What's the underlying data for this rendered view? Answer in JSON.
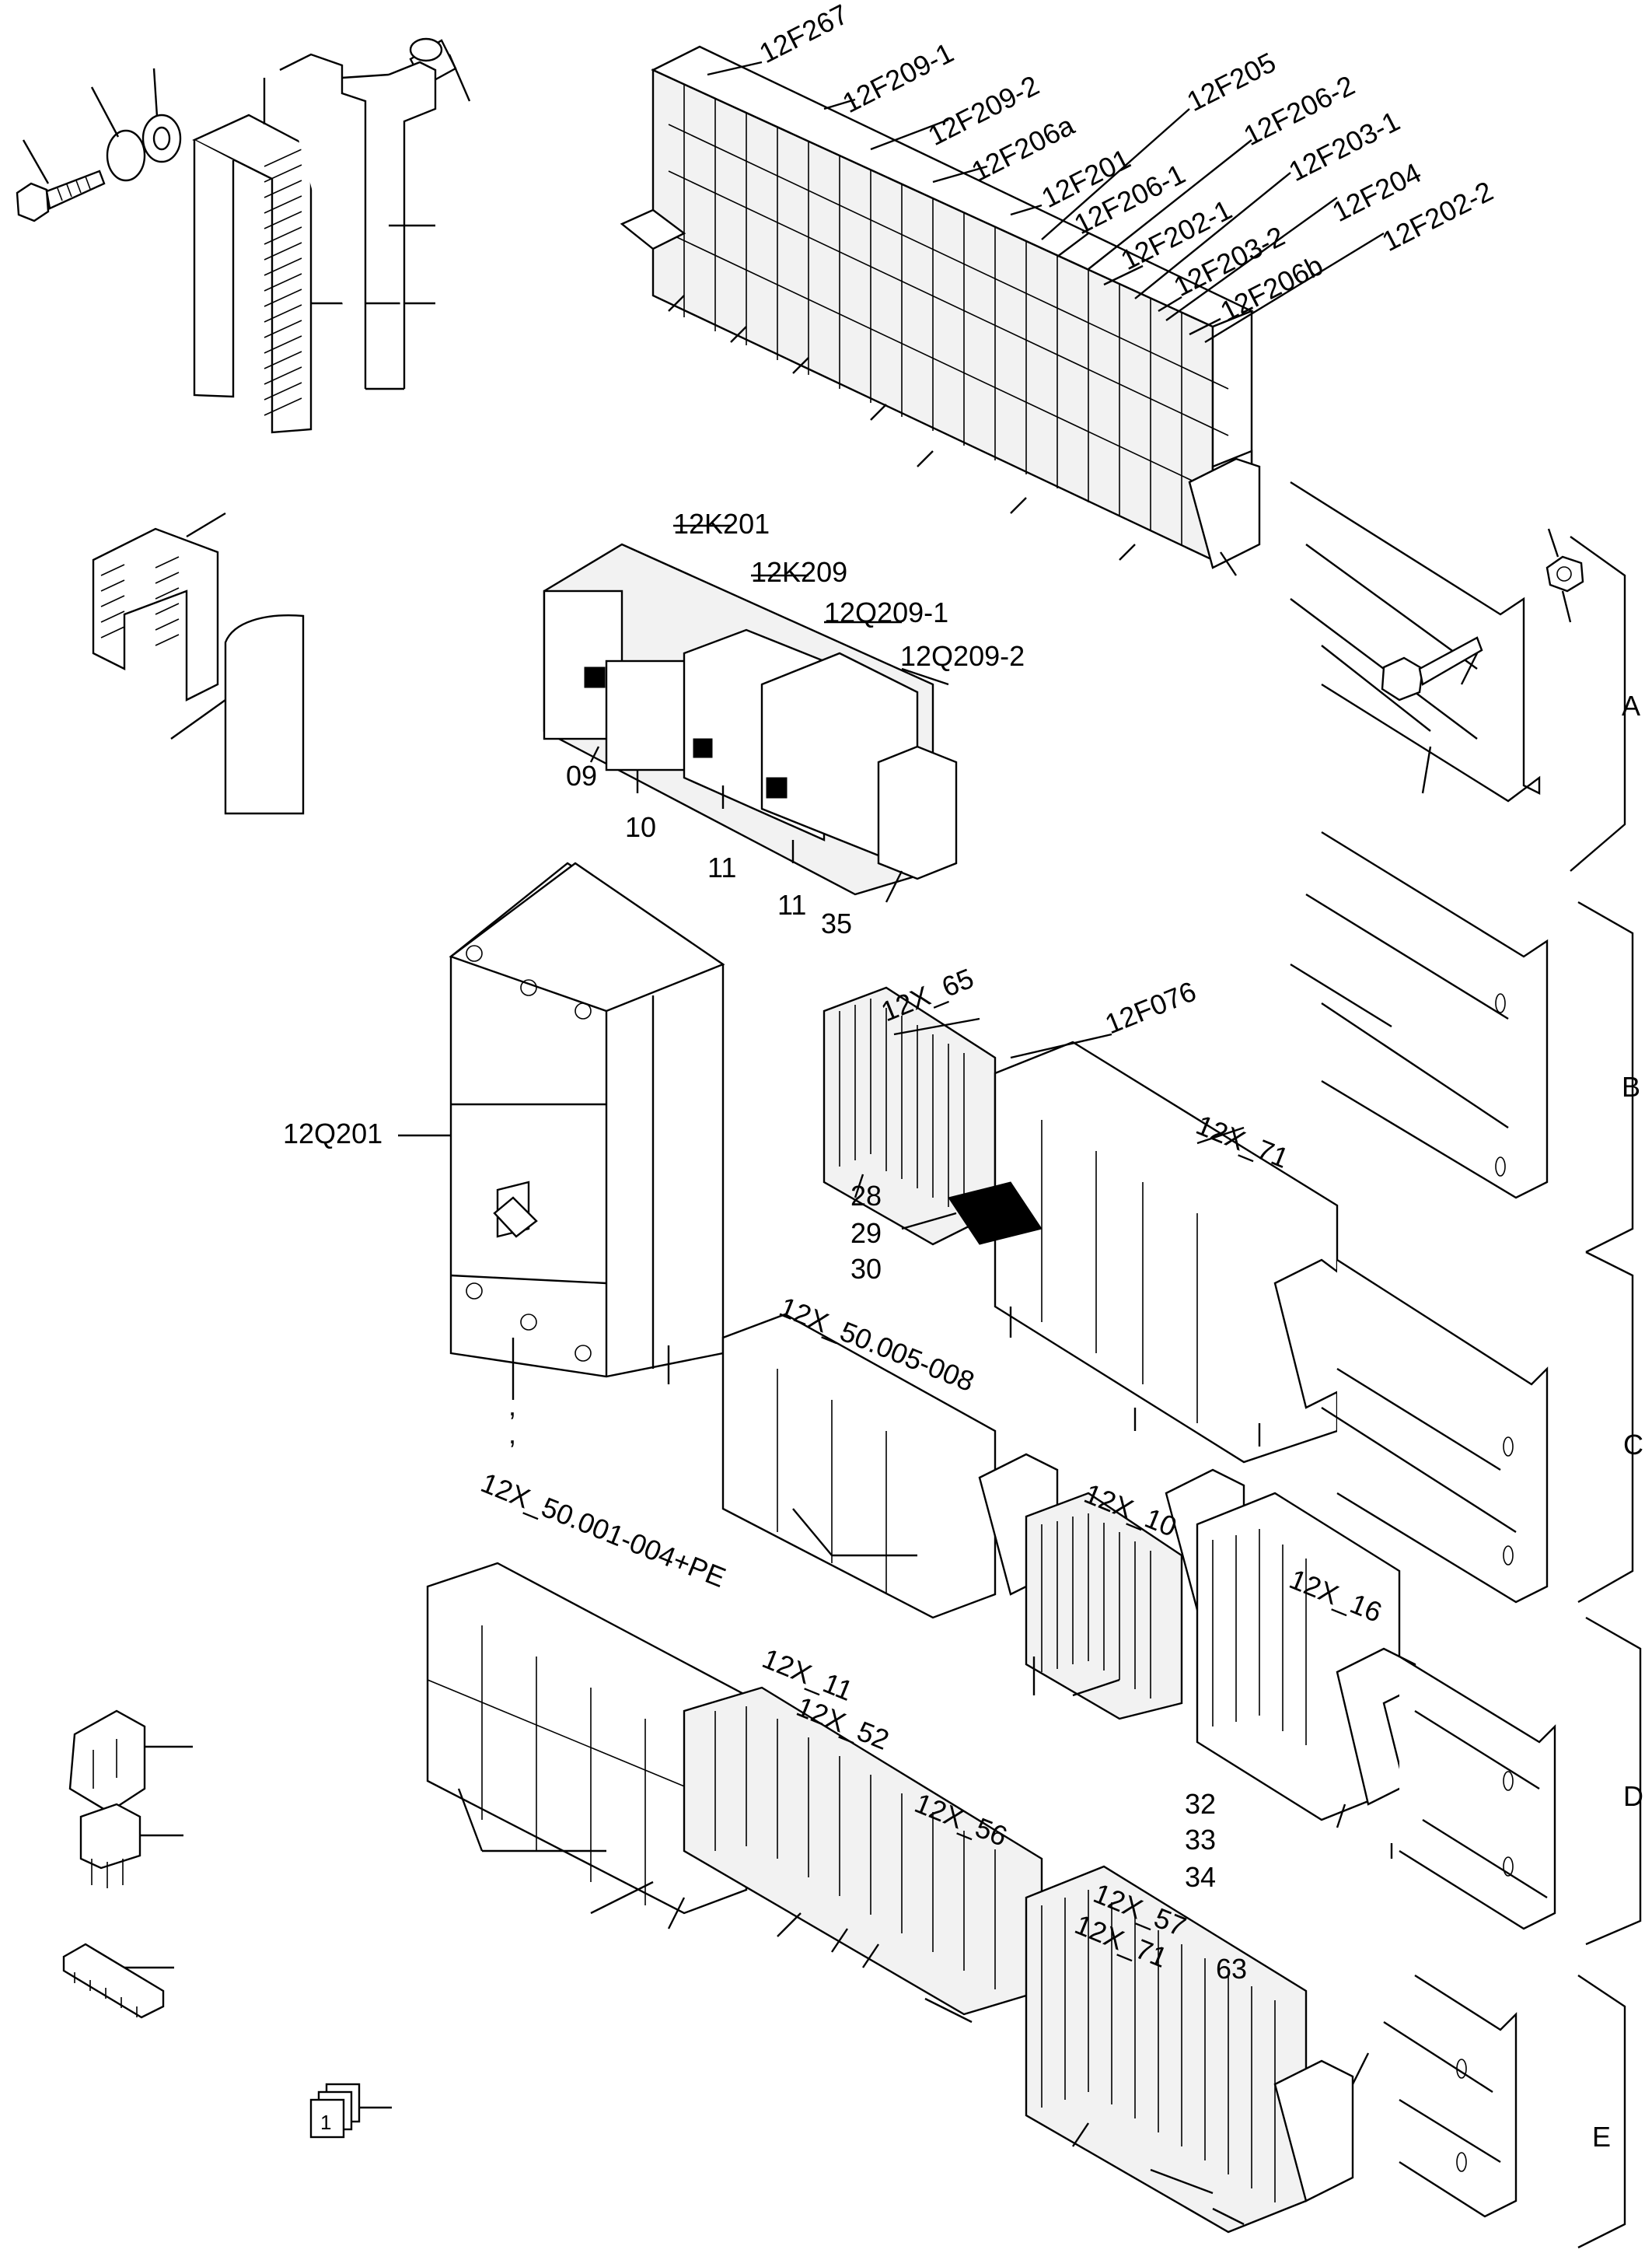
{
  "diagram": {
    "breaker_row_labels": [
      "12F267",
      "12F209-1",
      "12F209-2",
      "12F206a",
      "12F201",
      "12F205",
      "12F206-1",
      "12F206-2",
      "12F202-1",
      "12F203-1",
      "12F203-2",
      "12F204",
      "12F206b",
      "12F202-2"
    ],
    "contactor_labels": [
      "12K201",
      "12K209",
      "12Q209-1",
      "12Q209-2"
    ],
    "contactor_item_numbers": [
      "09",
      "10",
      "11",
      "11",
      "35"
    ],
    "main_breaker_label": "12Q201",
    "terminal_labels": [
      "12X_65",
      "12F076",
      "12X_71",
      "28",
      "29",
      "30",
      "12X_50.005-008",
      "12X_10",
      "12X_16",
      "12X_50.001-004+PE",
      "12X_11",
      "12X_52",
      "12X_56",
      "12X_57",
      "12X_71",
      "63",
      "32",
      "33",
      "34"
    ],
    "section_letters": [
      "A",
      "B",
      "C",
      "D",
      "E"
    ],
    "accessory_marks": [
      ",",
      ",",
      "1"
    ]
  }
}
